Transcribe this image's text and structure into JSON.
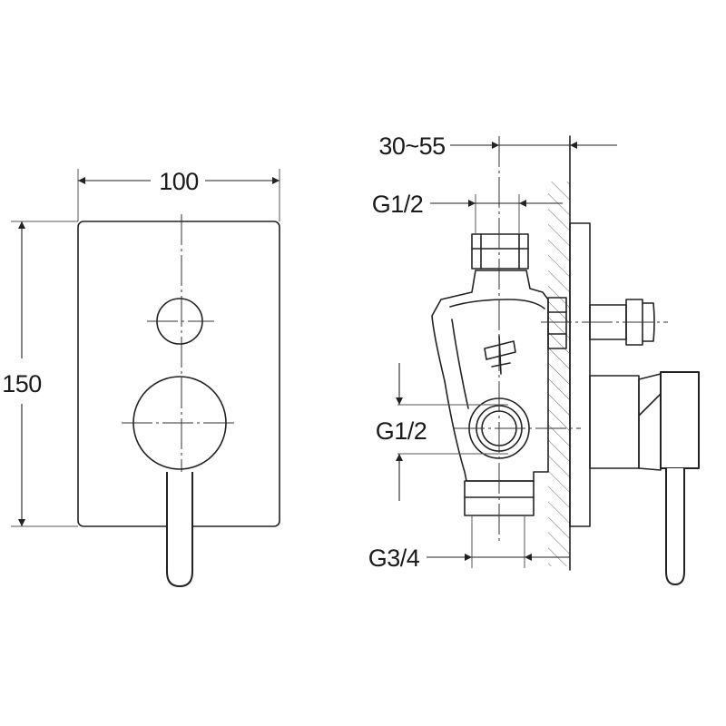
{
  "dimensions": {
    "width_label": "100",
    "height_label": "150",
    "depth_label": "30~55",
    "top_inlet_label": "G1/2",
    "side_inlet_label": "G1/2",
    "outlet_label": "G3/4"
  },
  "colors": {
    "line": "#222222",
    "background": "#ffffff"
  }
}
